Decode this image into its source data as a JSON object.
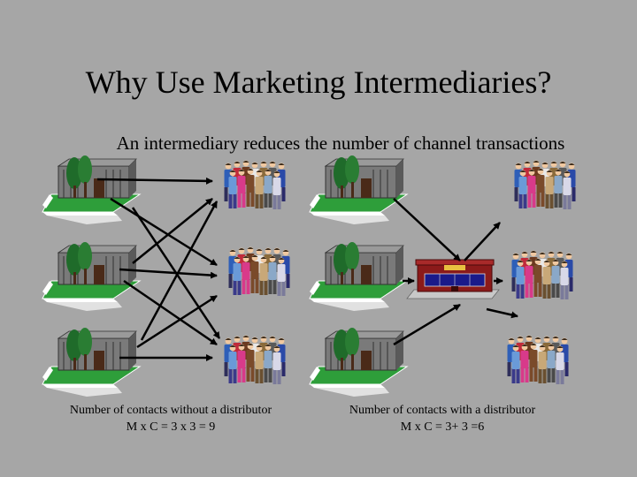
{
  "slide": {
    "title": "Why Use Marketing Intermediaries?",
    "subtitle": "An intermediary reduces the number of channel transactions"
  },
  "captions": {
    "without": {
      "line1": "Number of contacts without a distributor",
      "line2": "M x C = 3 x 3 = 9"
    },
    "with": {
      "line1": "Number of contacts with a distributor",
      "line2": "M x C = 3+ 3 =6"
    }
  },
  "icons": {
    "manufacturer": "factory-building-icon",
    "customers": "people-group-icon",
    "distributor": "storefront-icon"
  },
  "colors": {
    "background": "#a6a6a6",
    "arrow": "#000000",
    "lawn": "#2e9e3a",
    "store": "#8b1a1a"
  }
}
